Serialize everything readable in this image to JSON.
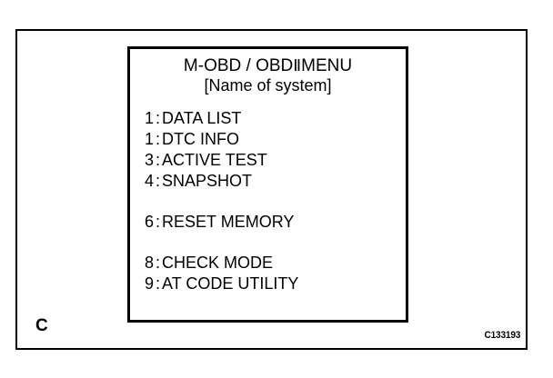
{
  "figure": {
    "panel_letter": "C",
    "reference_code": "C133193",
    "border_color": "#000000",
    "background_color": "#ffffff"
  },
  "menu": {
    "title": "M-OBD / OBD",
    "title_roman_numeral": "Ⅱ",
    "title_suffix": "MENU",
    "subtitle": "[Name of system]",
    "separator": ":",
    "groups": [
      {
        "items": [
          {
            "key": "1",
            "label": "DATA LIST"
          },
          {
            "key": "1",
            "label": "DTC INFO"
          },
          {
            "key": "3",
            "label": "ACTIVE TEST"
          },
          {
            "key": "4",
            "label": "SNAPSHOT"
          }
        ]
      },
      {
        "items": [
          {
            "key": "6",
            "label": "RESET MEMORY"
          }
        ]
      },
      {
        "items": [
          {
            "key": "8",
            "label": "CHECK MODE"
          },
          {
            "key": "9",
            "label": "AT CODE UTILITY"
          }
        ]
      }
    ]
  }
}
